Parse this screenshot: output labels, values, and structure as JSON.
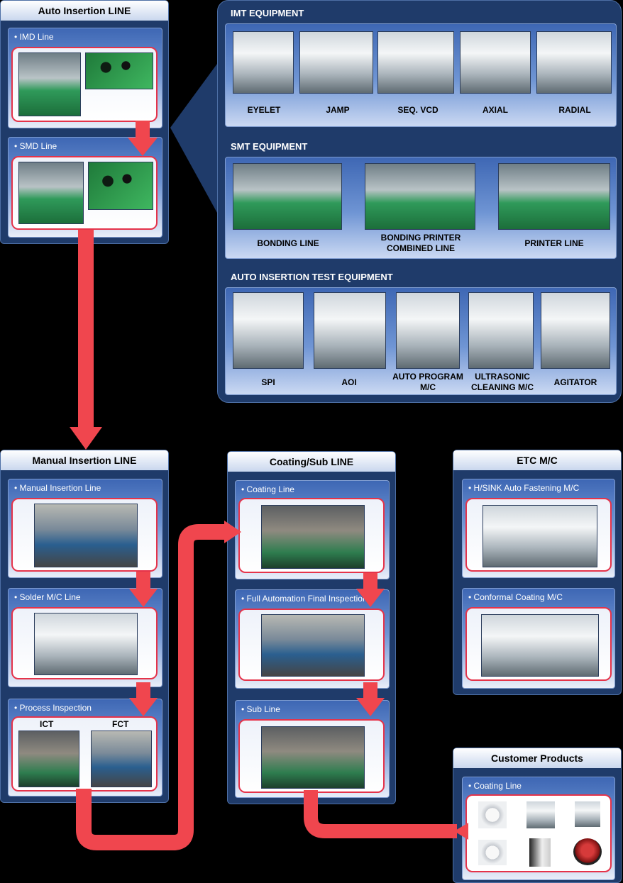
{
  "auto_insertion": {
    "title": "Auto Insertion LINE",
    "imd_label": "• IMD Line",
    "smd_label": "• SMD Line"
  },
  "equipment": {
    "imt": {
      "heading": "IMT EQUIPMENT",
      "items": [
        "EYELET",
        "JAMP",
        "SEQ. VCD",
        "AXIAL",
        "RADIAL"
      ]
    },
    "smt": {
      "heading": "SMT EQUIPMENT",
      "items": [
        "BONDING LINE",
        "BONDING PRINTER COMBINED LINE",
        "PRINTER LINE"
      ]
    },
    "test": {
      "heading": "AUTO INSERTION TEST EQUIPMENT",
      "items": [
        "SPI",
        "AOI",
        "AUTO PROGRAM M/C",
        "ULTRASONIC CLEANING M/C",
        "AGITATOR"
      ]
    }
  },
  "manual_insertion": {
    "title": "Manual Insertion LINE",
    "manual_label": "• Manual Insertion Line",
    "solder_label": "• Solder M/C Line",
    "process_label": "• Process Inspection",
    "ict": "ICT",
    "fct": "FCT"
  },
  "coating_sub": {
    "title": "Coating/Sub LINE",
    "coating_label": "• Coating Line",
    "final_label": "• Full Automation Final Inspection",
    "sub_label": "• Sub Line"
  },
  "etc": {
    "title": "ETC M/C",
    "hsink_label": "• H/SINK Auto Fastening M/C",
    "conformal_label": "• Conformal Coating M/C"
  },
  "customer": {
    "title": "Customer Products",
    "coating_label": "• Coating Line"
  },
  "colors": {
    "panel": "#1f3b6a",
    "flow_arrow": "#f0464e",
    "frame": "#e5334a"
  }
}
